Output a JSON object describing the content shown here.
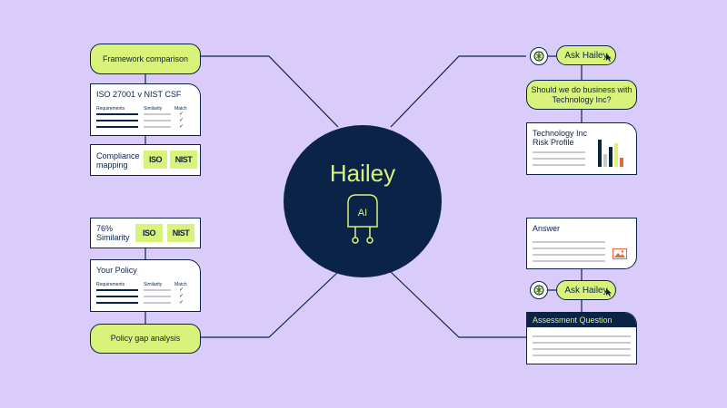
{
  "center": {
    "title": "Hailey",
    "chip_label": "AI"
  },
  "left_top": {
    "header_pill": "Framework comparison",
    "card_title": "ISO 27001 v NIST CSF",
    "col_requirements": "Requirements",
    "col_similarity": "Similarity",
    "col_match": "Match",
    "compliance_label": "Compliance mapping",
    "badge_iso": "ISO",
    "badge_nist": "NIST"
  },
  "left_bottom": {
    "similarity_pct": "76%",
    "similarity_label": "Similarity",
    "badge_iso": "ISO",
    "badge_nist": "NIST",
    "card_title": "Your Policy",
    "col_requirements": "Requirements",
    "col_similarity": "Similarity",
    "col_match": "Match",
    "footer_pill": "Policy gap analysis"
  },
  "right_top": {
    "ask_label": "Ask Hailey",
    "question_pill": "Should we do business with Technology Inc?",
    "card_title": "Technology Inc Risk Profile",
    "bar_colors": [
      "#0B2347",
      "#C9C9CF",
      "#0B2347",
      "#D8F27A",
      "#E8663A"
    ]
  },
  "right_bottom": {
    "answer_title": "Answer",
    "ask_label": "Ask Hailey",
    "assessment_title": "Assessment Question"
  },
  "colors": {
    "background": "#D9CCFA",
    "navy": "#0B2347",
    "lime": "#D8F27A",
    "orange": "#E8663A"
  }
}
